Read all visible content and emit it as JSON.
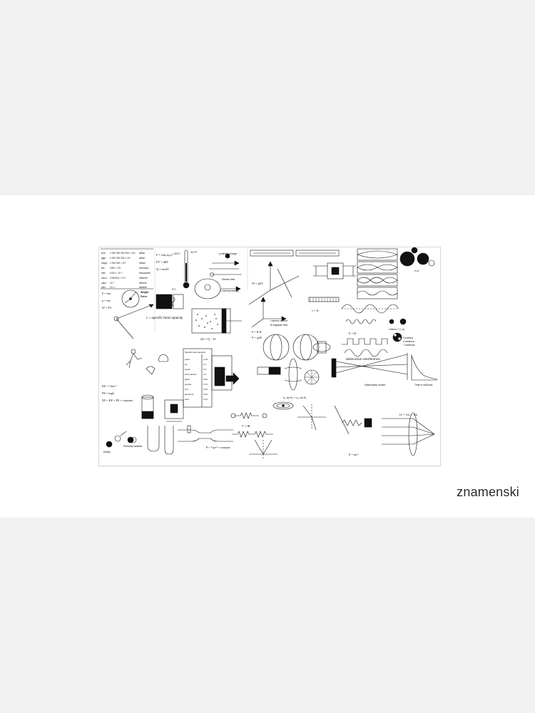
{
  "page": {
    "artist_name": "znamenski"
  },
  "poster": {
    "labels": {
      "heat_capacity": "c = specific heat capacity",
      "destructive": "destructive interference",
      "weight": "Weight",
      "force": "Force",
      "lithium": "Lithium-7 (⁷₃Li)",
      "protons": "3 protons",
      "neutrons": "4 neutrons",
      "nucleons": "7 nucleons",
      "elastic": "Elastic",
      "inelastic": "Perfectly inelastic",
      "electric_charge": "q electric charge",
      "electric_field": "Electric field",
      "internal_energy": "U internal energy",
      "time_half_lives": "Time in half-lives",
      "observation_screen": "Observation screen",
      "magnetic_field": "B magnetic field",
      "electric_current": "I electric current",
      "h2o": "H₂O"
    },
    "formulas": {
      "ke": "KE = ½mv²",
      "pe": "PE = mgh",
      "w_fd": "W = Fd",
      "ma": "F = ma",
      "p_mv": "p = mv",
      "v_fl": "v = fλ",
      "q_mct": "Q = mcΔT",
      "du": "ΔU = Q − W",
      "e_mc2": "E = mc²",
      "f_qvb": "F = qvB",
      "f_ilb": "F = ILB",
      "pv_nrt": "PV = nRT",
      "ohm": "V = IR",
      "snell": "n₁ sin θ₁ = n₂ sin θ₂",
      "bern": "P + ½ρv² = constant",
      "hf": "E = hf",
      "lens": "1/f = 1/dₒ + 1/dᵢ",
      "e_qv": "W = qΔV",
      "ek": "ΣE = KE + PE = constant",
      "fg": "F = Gm₁m₂/r²"
    },
    "prefixes": [
      {
        "name": "tera",
        "value": "1 000 000 000 000 = 10¹²",
        "word": "trillion"
      },
      {
        "name": "giga",
        "value": "1 000 000 000 = 10⁹",
        "word": "billion"
      },
      {
        "name": "mega",
        "value": "1 000 000 = 10⁶",
        "word": "million"
      },
      {
        "name": "kilo",
        "value": "1000 = 10³",
        "word": "thousand"
      },
      {
        "name": "milli",
        "value": "0.001 = 10⁻³",
        "word": "thousandth"
      },
      {
        "name": "micro",
        "value": "0.000001 = 10⁻⁶",
        "word": "millionth"
      },
      {
        "name": "nano",
        "value": "10⁻⁹",
        "word": "billionth"
      },
      {
        "name": "pico",
        "value": "10⁻¹²",
        "word": "trillionth"
      }
    ],
    "heat_table": {
      "header": "Specific heat capacity",
      "rows": [
        [
          "water",
          "4.18"
        ],
        [
          "ice",
          "2.1"
        ],
        [
          "steam",
          "2.0"
        ],
        [
          "ethyl alcohol",
          "2.4"
        ],
        [
          "glass",
          "0.84"
        ],
        [
          "granite",
          "0.79"
        ],
        [
          "iron",
          "0.45"
        ],
        [
          "aluminum",
          "0.90"
        ],
        [
          "lead",
          "0.13"
        ]
      ]
    },
    "temps": {
      "boil": "100°C",
      "freeze": "0°C",
      "f": "212°F"
    }
  }
}
